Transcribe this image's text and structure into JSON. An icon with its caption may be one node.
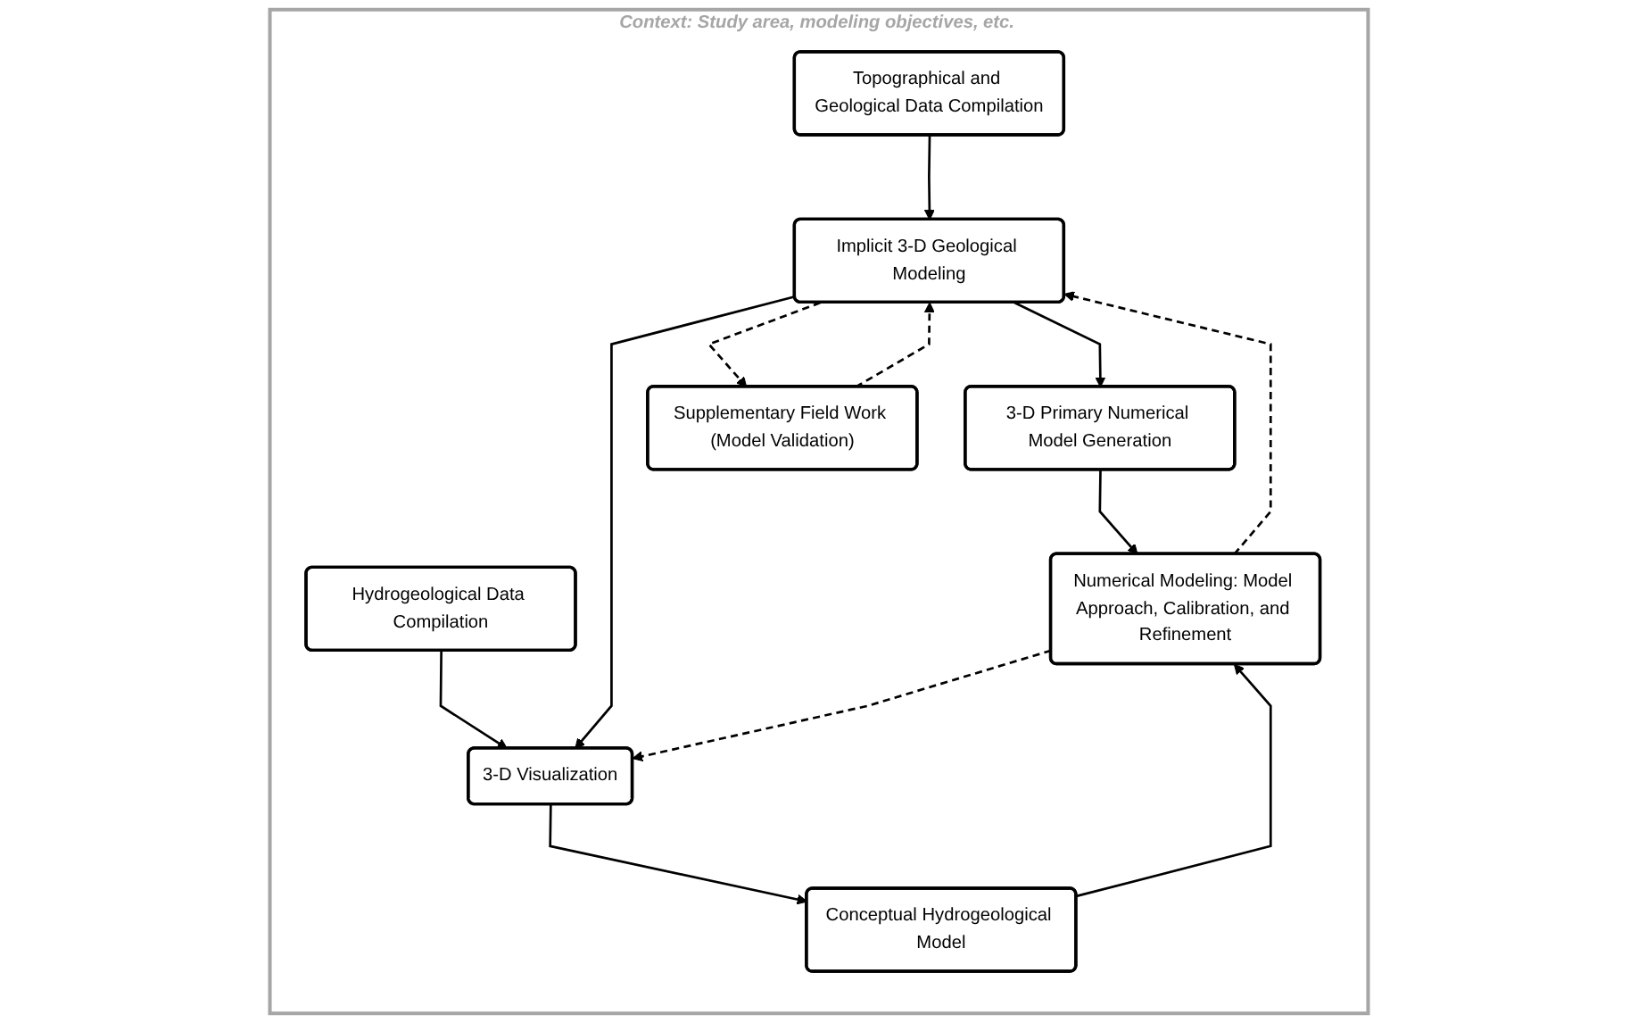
{
  "diagram": {
    "nodes": [
      {
        "text": [
          "Context: Study area, modeling objectives, etc."
        ]
      },
      {
        "text": [
          "Topographical and Geological Data Compilation"
        ],
        "in": 0
      },
      {
        "text": [
          "Hydrogeological Data Compilation"
        ],
        "in": 0
      },
      {
        "text": [
          "Implicit 3-D Geological Modeling"
        ],
        "in": 0
      },
      {
        "text": [
          "3-D Primary Numerical Model Generation"
        ],
        "in": 0
      },
      {
        "text": [
          "Supplementary Field Work (Model Validation)"
        ],
        "in": 0
      },
      {
        "text": [
          "3-D Visualization"
        ],
        "in": 0
      },
      {
        "text": [
          "Numerical Modeling: Model Approach, Calibration, and Refinement"
        ],
        "in": 0
      },
      {
        "text": [
          "Conceptual Hydrogeological Model"
        ],
        "in": 0
      }
    ],
    "edges": [
      {
        "from": 1,
        "to": 3,
        "arrow": "to"
      },
      {
        "from": 2,
        "to": 6,
        "arrow": "to"
      },
      {
        "from": 3,
        "to": 4,
        "arrow": "to"
      },
      {
        "from": 3,
        "to": 5,
        "arrow": "to",
        "style": "dashed"
      },
      {
        "from": 5,
        "to": 3,
        "arrow": "to",
        "style": "dashed"
      },
      {
        "from": 3,
        "to": 6,
        "arrow": "to"
      },
      {
        "from": 4,
        "to": 7,
        "arrow": "to"
      },
      {
        "from": 7,
        "to": 6,
        "arrow": "to",
        "style": "dashed"
      },
      {
        "from": 6,
        "to": 8,
        "arrow": "to"
      },
      {
        "from": 8,
        "to": 7,
        "arrow": "to"
      },
      {
        "from": 7,
        "to": 3,
        "arrow": "to",
        "style": "dashed"
      }
    ]
  }
}
